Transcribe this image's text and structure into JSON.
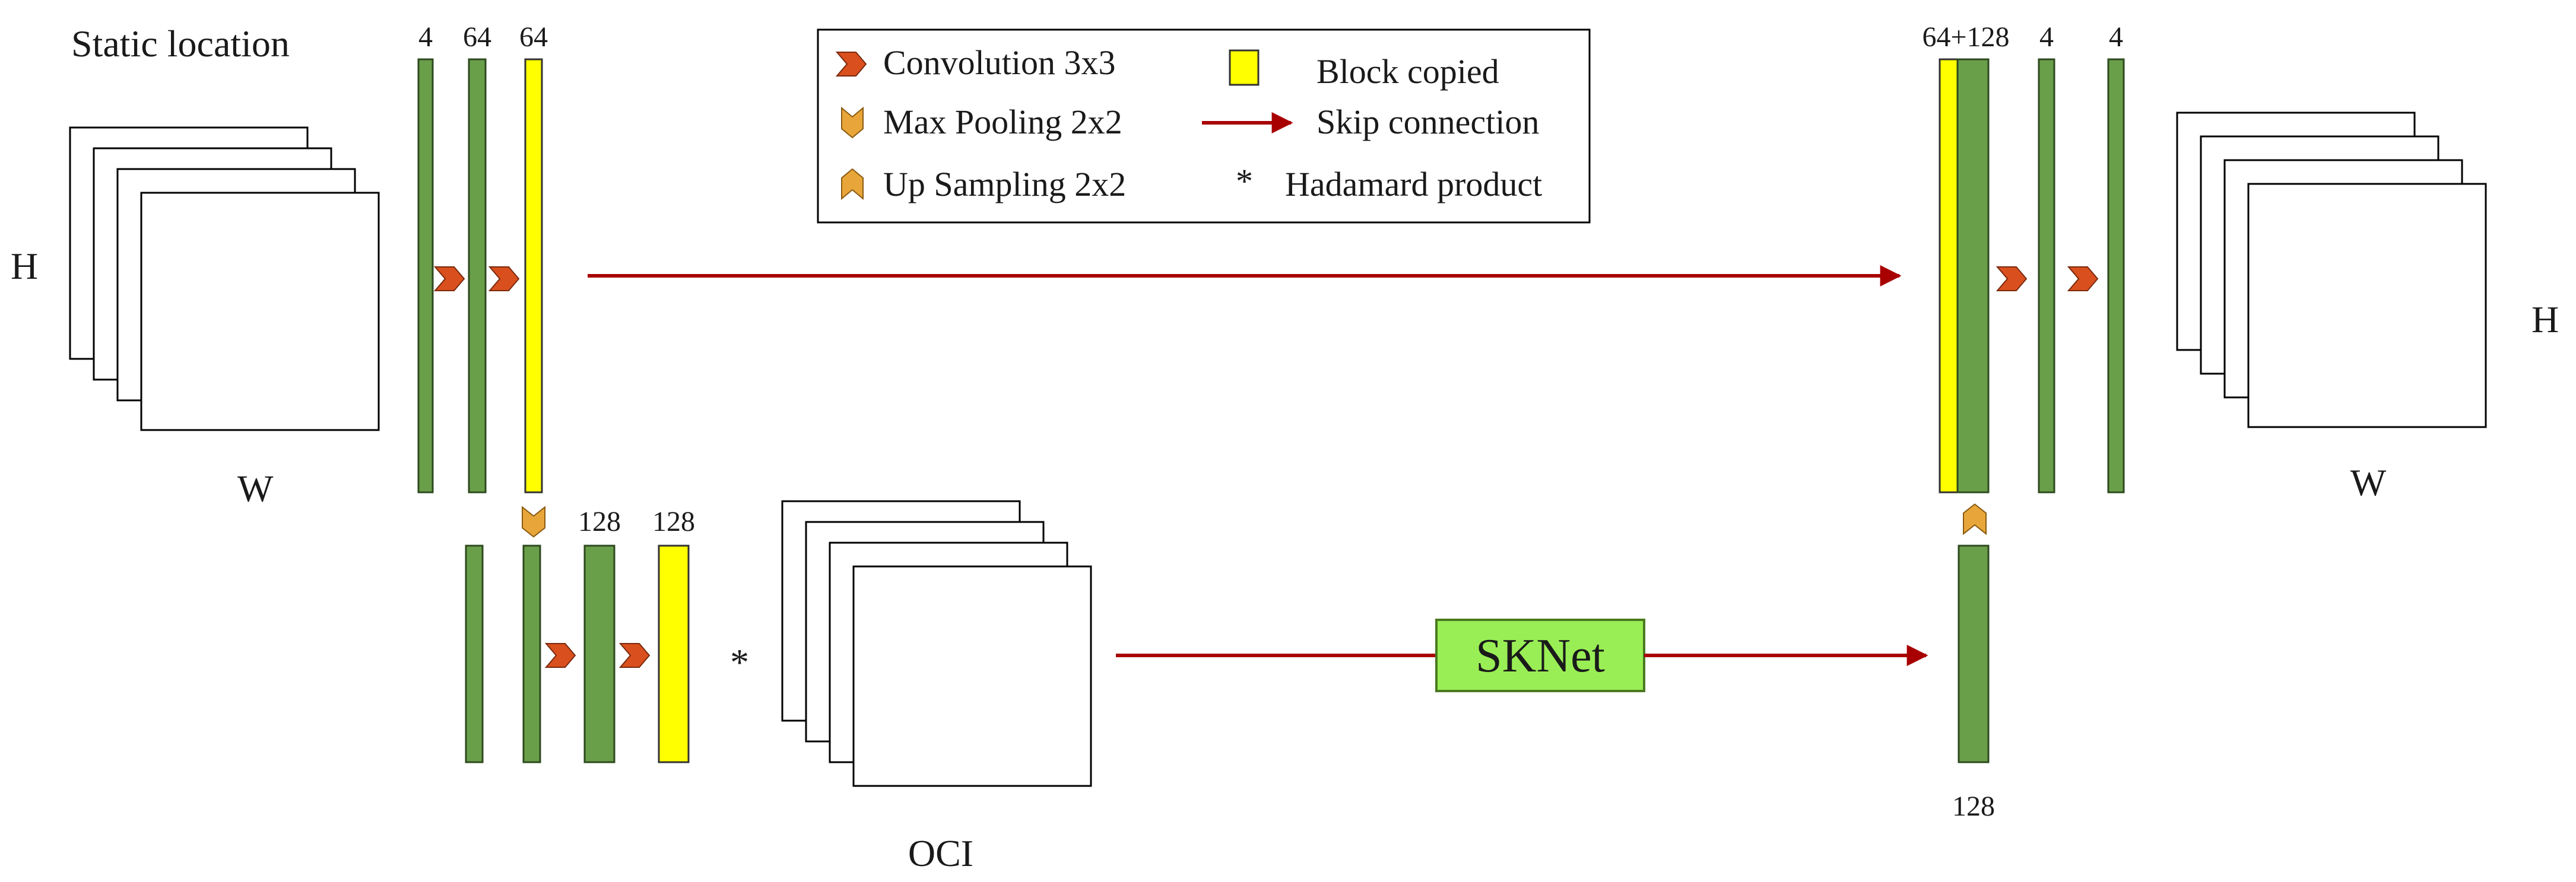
{
  "title": "Static location",
  "labels": {
    "input_h": "H",
    "input_w": "W",
    "output_h": "H",
    "output_w": "W",
    "oci": "OCI",
    "hadamard_symbol": "*"
  },
  "channels": {
    "enc_1": "4",
    "enc_2": "64",
    "enc_3": "64",
    "mid_1": "128",
    "mid_2": "128",
    "dec_1": "64+128",
    "dec_2": "4",
    "dec_3": "4",
    "bottom_out": "128"
  },
  "module": {
    "sknet": "SKNet"
  },
  "legend": {
    "convolution": "Convolution 3x3",
    "max_pooling": "Max Pooling 2x2",
    "up_sampling": "Up Sampling 2x2",
    "block_copied": "Block copied",
    "skip_connection": "Skip connection",
    "hadamard_symbol": "*",
    "hadamard": "Hadamard product"
  },
  "colors": {
    "feature_map": "#6a9f4a",
    "copied_block": "#ffff00",
    "skip_arrow": "#a80000",
    "conv_marker": "#d9501e",
    "pool_marker": "#e8a63a",
    "sknet_fill": "#99ee55"
  }
}
